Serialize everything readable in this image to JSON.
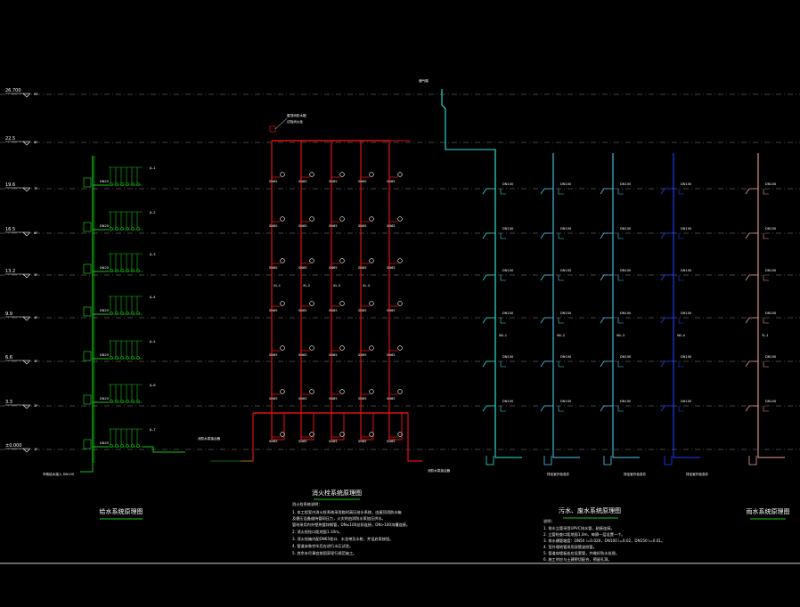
{
  "colors": {
    "background": "#000000",
    "water_supply": "#19c419",
    "fire_hydrant": "#e01010",
    "drain_cyan": "#2ee8d8",
    "drain_light_blue": "#55c8f0",
    "drain_blue": "#2040ff",
    "drain_pink": "#e8a090",
    "floor_line": "#8a8a8a",
    "text": "#ffffff",
    "underline": "#19c419"
  },
  "floors": [
    {
      "elev": "26.700",
      "floor_no": "RF"
    },
    {
      "elev": "22.5",
      "floor_no": "8F"
    },
    {
      "elev": "19.6",
      "floor_no": "7F"
    },
    {
      "elev": "16.5",
      "floor_no": "6F"
    },
    {
      "elev": "13.2",
      "floor_no": "5F"
    },
    {
      "elev": "9.9",
      "floor_no": "4F"
    },
    {
      "elev": "6.6",
      "floor_no": "3F"
    },
    {
      "elev": "3.3",
      "floor_no": "2F"
    },
    {
      "elev": "±0.000",
      "floor_no": "1F"
    }
  ],
  "diagrams": {
    "water_supply": {
      "title": "给水系统原理图",
      "entry_label": "市政给水接入 DN100"
    },
    "fire_hydrant": {
      "title": "消火栓系统原理图",
      "roof_tank_label": "屋顶消防水箱",
      "roof_tank_sub": "试验消火栓",
      "entry_label": "消防水泵接合器",
      "riser_labels": [
        "XL-1",
        "XL-2",
        "XL-3",
        "XL-4"
      ],
      "notes_header": "消火栓系统说明：",
      "notes": [
        "1. 本工程室内消火栓系统采用临时高压给水系统，由屋顶消防水箱",
        "   及稳压设备维持管网压力，火灾时由消防水泵加压供水。",
        "   管材采用内外壁热镀锌钢管，DN≤100丝扣连接，DN>100沟槽连接。",
        "2. 消火栓栓口距地面1.10m。",
        "3. 消火栓箱内配DN65栓口、水龙带及水枪，并设启泵按钮。",
        "4. 管道安装完毕后应进行水压试验。",
        "5. 其余未尽事宜按国家现行规范施工。"
      ]
    },
    "drainage": {
      "title": "污水、废水系统原理图",
      "riser_labels": [
        "WL-1",
        "WL-2",
        "WL-3",
        "WL-4"
      ],
      "vent_label": "通气帽",
      "outlet_label": "排至室外检查井",
      "notes_header": "说明：",
      "notes": [
        "1. 排水立管采用UPVC排水管，粘接连接。",
        "2. 立管检查口距地面1.0m，每隔一层设置一个。",
        "3. 排水横管坡度：DN50 i=0.026，DN100 i=0.02，DN150 i=0.01。",
        "4. 室外埋地管采用双壁波纹管。",
        "5. 管道穿楼板处应设套管，并做好防水处理。",
        "6. 施工时应与土建密切配合，预留孔洞。"
      ]
    },
    "rain": {
      "title": "雨水系统原理图",
      "riser_label": "YL-1"
    }
  }
}
